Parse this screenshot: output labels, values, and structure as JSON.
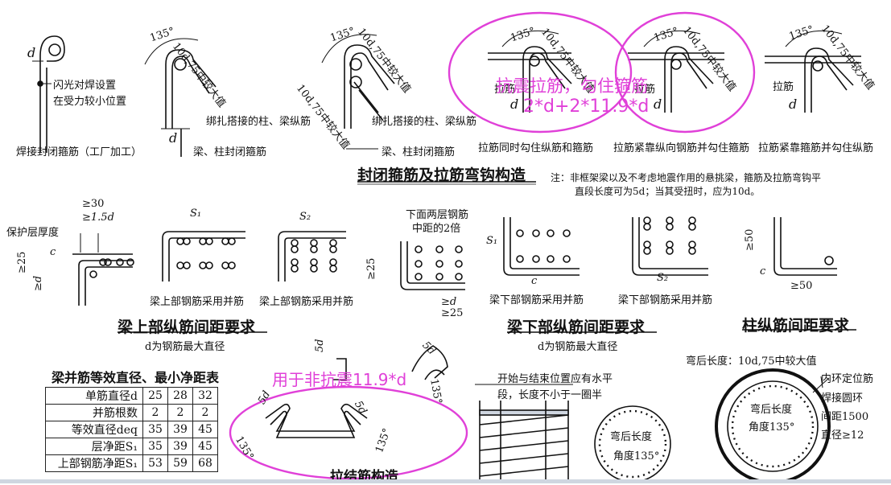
{
  "top": {
    "weld": {
      "d": "d",
      "note1": "闪光对焊设置",
      "note2": "在受力较小位置",
      "caption": "焊接封闭箍筋（工厂加工）"
    },
    "bound1": {
      "angle": "135°",
      "length": "10d,75中较大值",
      "note": "绑扎搭接的柱、梁纵筋",
      "d": "d",
      "caption": "梁、柱封闭箍筋"
    },
    "bound2": {
      "angle": "135°",
      "length_a": "10d,75中较大值",
      "length_b": "10d,75中较大值",
      "note": "绑扎搭接的柱、梁纵筋",
      "caption": "梁、柱封闭箍筋"
    },
    "tie1": {
      "angle": "135°",
      "length": "10d,75中较大值",
      "tie_label": "拉筋",
      "d": "d",
      "caption": "拉筋同时勾住纵筋和箍筋"
    },
    "tie2": {
      "angle": "135°",
      "length": "10d,75中较大值",
      "tie_label": "拉筋",
      "d": "d",
      "caption": "拉筋紧靠纵向钢筋并勾住箍筋"
    },
    "tie3": {
      "angle": "135°",
      "length": "10d,75中较大值",
      "tie_label": "拉筋",
      "d": "d",
      "caption": "拉筋紧靠箍筋并勾住纵筋"
    },
    "title": "封闭箍筋及拉筋弯钩构造",
    "note_line1": "注：非框架梁以及不考虑地震作用的悬挑梁，箍筋及拉筋弯钩平",
    "note_line2": "直段长度可为5d；当其受扭时，应为10d。"
  },
  "annotations": {
    "seismic_label": "抗震拉筋，勾住箍筋",
    "seismic_formula": "2*d+2*11.9*d",
    "nonseismic_label": "用于非抗震11.9*d"
  },
  "middle": {
    "top_beam": {
      "ge30": "≥30",
      "ge15d": "≥1.5d",
      "cover": "保护层厚度",
      "ge25": "≥25",
      "ged": "≥d",
      "c": "c",
      "s1": "S₁",
      "s2": "S₂",
      "caption_a": "梁上部钢筋采用并筋",
      "caption_b": "梁上部钢筋采用并筋",
      "title": "梁上部纵筋间距要求",
      "subtitle": "d为钢筋最大直径"
    },
    "bottom_beam": {
      "top_note1": "下面两层钢筋",
      "top_note2": "中距的2倍",
      "ge25": "≥25",
      "ged": "≥d",
      "caption_a": "梁下部钢筋采用并筋",
      "caption_b": "梁下部钢筋采用并筋",
      "s1": "S₁",
      "s2": "S₂",
      "c": "c",
      "title": "梁下部纵筋间距要求",
      "subtitle": "d为钢筋最大直径"
    },
    "column": {
      "ge50_a": "≥50",
      "ge50_b": "≥50",
      "c": "c",
      "title": "柱纵筋间距要求"
    }
  },
  "table": {
    "title": "梁并筋等效直径、最小净距表",
    "rows": [
      {
        "label": "单筋直径d",
        "v": [
          "25",
          "28",
          "32"
        ]
      },
      {
        "label": "并筋根数",
        "v": [
          "2",
          "2",
          "2"
        ]
      },
      {
        "label": "等效直径deq",
        "v": [
          "35",
          "39",
          "45"
        ]
      },
      {
        "label": "层净距S₁",
        "v": [
          "35",
          "39",
          "45"
        ]
      },
      {
        "label": "上部钢筋净距S₁",
        "v": [
          "53",
          "59",
          "68"
        ]
      }
    ]
  },
  "bottom": {
    "tie_title": "拉结筋构造",
    "five_d": "5d",
    "angle": "135°",
    "spiral_note1": "开始与结束位置应有水平",
    "spiral_note2": "段，长度不小于一圈半",
    "hook_len": "弯后长度",
    "hook_angle": "角度135°",
    "ring_top": "弯后长度：10d,75中较大值",
    "ring_label1": "内环定位筋",
    "ring_label2": "焊接圆环",
    "ring_label3": "间距1500",
    "ring_label4": "直径≥12"
  },
  "colors": {
    "annotation": "#e040d8",
    "ink": "#111111",
    "bar": "#cfd6e0"
  }
}
